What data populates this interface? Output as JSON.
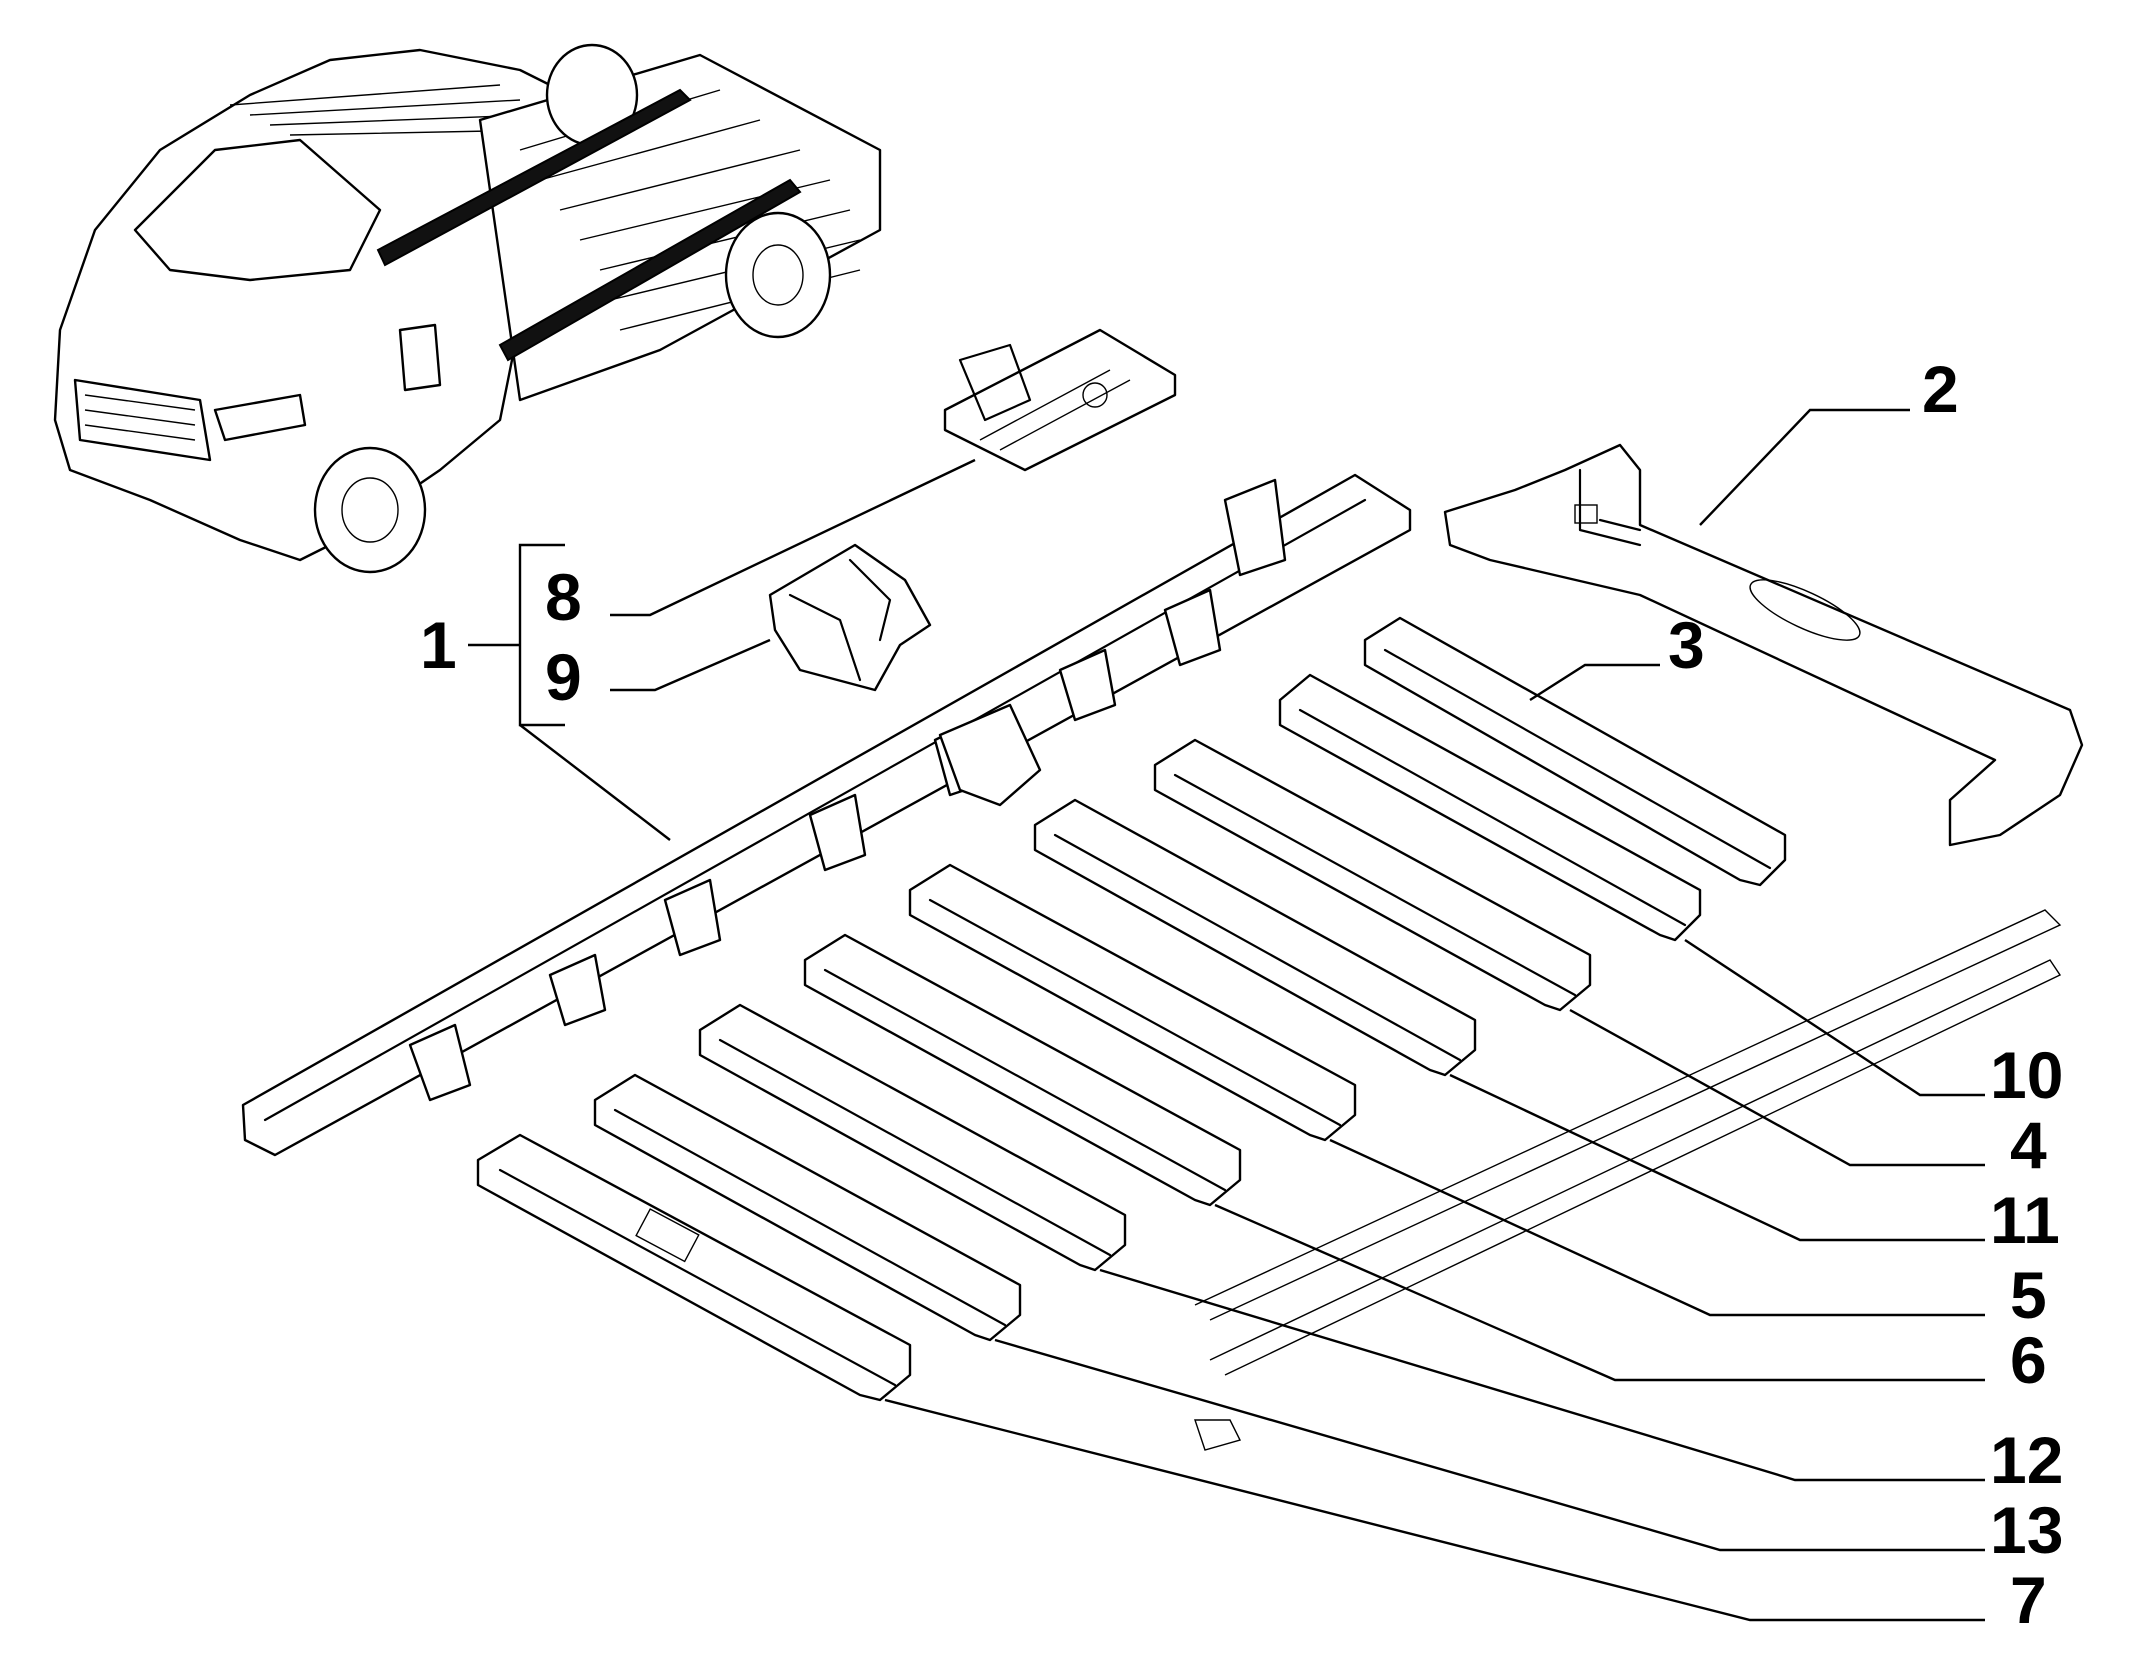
{
  "colors": {
    "ink": "#000000",
    "paper": "#ffffff"
  },
  "callouts": {
    "c1": "1",
    "c2": "2",
    "c3": "3",
    "c4": "4",
    "c5": "5",
    "c6": "6",
    "c7": "7",
    "c8": "8",
    "c9": "9",
    "c10": "10",
    "c11": "11",
    "c12": "12",
    "c13": "13"
  }
}
